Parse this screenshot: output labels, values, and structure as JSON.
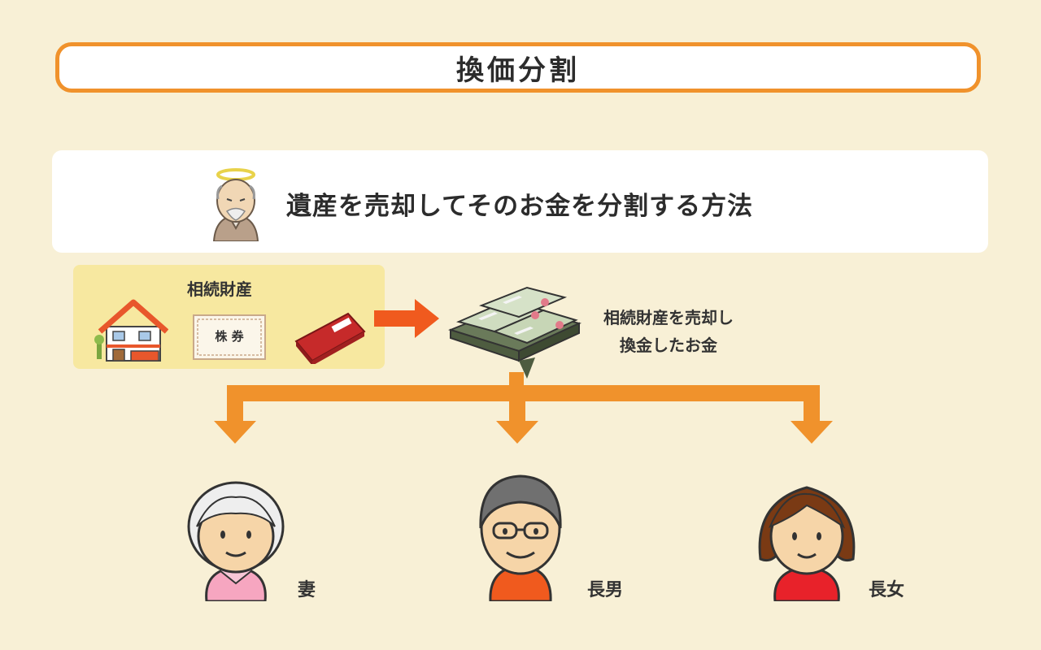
{
  "title": "換価分割",
  "banner": {
    "text": "遺産を売却してそのお金を分割する方法",
    "icon": "deceased-angel-grandfather-icon"
  },
  "assets": {
    "label": "相続財産",
    "stock_text": "株 券",
    "icons": [
      "house-icon",
      "stock-certificate-icon",
      "bankbook-icon"
    ]
  },
  "money": {
    "icon": "banknote-bundles-icon",
    "caption_line1": "相続財産を売却し",
    "caption_line2": "換金したお金"
  },
  "heirs": [
    {
      "label": "妻",
      "icon": "wife-icon"
    },
    {
      "label": "長男",
      "icon": "eldest-son-icon"
    },
    {
      "label": "長女",
      "icon": "eldest-daughter-icon"
    }
  ],
  "colors": {
    "background": "#f8f0d6",
    "accent_orange": "#f0922c",
    "arrow_red": "#f05a1e",
    "assets_box": "#f7e8a0"
  }
}
